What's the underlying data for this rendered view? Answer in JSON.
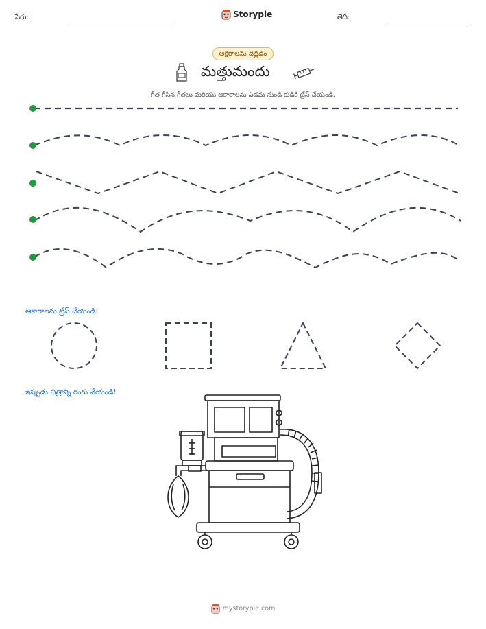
{
  "header": {
    "name_label": "పేరు:",
    "brand": "Storypie",
    "date_label": "తేదీ:"
  },
  "worksheet": {
    "badge": "అక్షరాలను దిద్దడం",
    "title": "మత్తుమందు",
    "instruction": "గీత గీసిన గీతలు మరియు ఆకారాలను ఎడమ నుండి కుడికి ట్రేస్ చేయండి.",
    "icons": [
      "medicine-bottle-icon",
      "syringe-icon"
    ]
  },
  "tracing_lines": [
    {
      "kind": "straight"
    },
    {
      "kind": "wave"
    },
    {
      "kind": "zigzag"
    },
    {
      "kind": "wave"
    },
    {
      "kind": "wave"
    }
  ],
  "shapes_section": {
    "label": "ఆకారాలను ట్రేస్ చేయండి:",
    "shapes": [
      "circle",
      "square",
      "triangle",
      "diamond"
    ]
  },
  "coloring_section": {
    "label": "ఇప్పుడు చిత్రాన్ని రంగు వేయండి!",
    "picture": "anesthesia-machine"
  },
  "footer": {
    "site": "mystorypie.com"
  },
  "colors": {
    "dash": "#3a4058",
    "start_dot": "#1f9a3c",
    "section_label": "#2266cc",
    "badge_bg": "#fdf1cf"
  }
}
